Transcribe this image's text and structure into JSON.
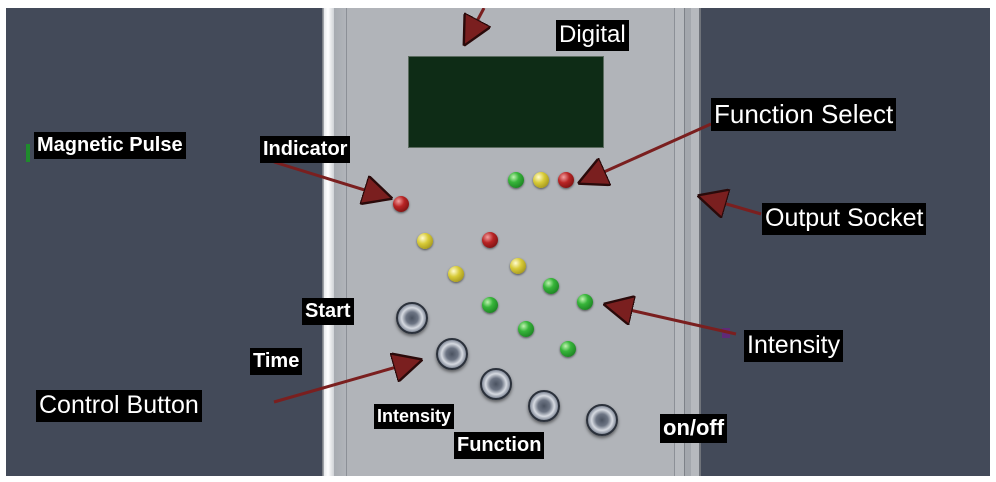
{
  "labels": {
    "digital": "Digital",
    "function_select": "Function Select",
    "magnetic_pulse": "Magnetic Pulse",
    "indicator": "Indicator",
    "output_socket": "Output Socket",
    "start": "Start",
    "time": "Time",
    "control_button": "Control Button",
    "intensity_right": "Intensity",
    "intensity_bottom": "Intensity",
    "function_bottom": "Function",
    "on_off": "on/off"
  },
  "colors": {
    "background": "#434a59",
    "panel": "#b1b4b9",
    "display": "#0e2c16",
    "arrow": "#7a1f1f",
    "label_bg": "#000000",
    "label_text": "#ffffff"
  },
  "leds": [
    {
      "color": "green"
    },
    {
      "color": "yellow"
    },
    {
      "color": "red"
    },
    {
      "color": "red"
    },
    {
      "color": "yellow"
    },
    {
      "color": "red"
    },
    {
      "color": "yellow"
    },
    {
      "color": "yellow"
    },
    {
      "color": "green"
    },
    {
      "color": "green"
    },
    {
      "color": "green"
    },
    {
      "color": "green"
    },
    {
      "color": "green"
    }
  ],
  "knobs": [
    "start",
    "time",
    "intensity",
    "function",
    "on-off"
  ]
}
